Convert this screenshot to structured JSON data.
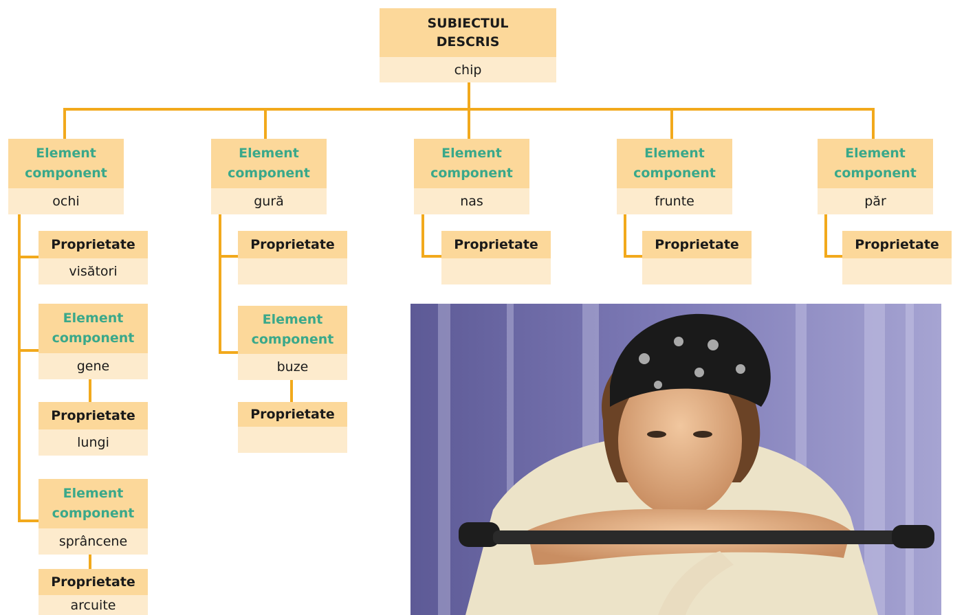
{
  "root": {
    "title": "SUBIECTUL DESCRIS",
    "value": "chip"
  },
  "labels": {
    "element": "Element component",
    "property": "Proprietate"
  },
  "columns": [
    {
      "value": "ochi"
    },
    {
      "value": "gură"
    },
    {
      "value": "nas"
    },
    {
      "value": "frunte"
    },
    {
      "value": "păr"
    }
  ],
  "sub": {
    "ochi_prop": "visători",
    "gene": "gene",
    "gene_prop": "lungi",
    "sprancene": "sprâncene",
    "sprancene_prop": "arcuite",
    "gura_prop": "",
    "buze": "buze",
    "buze_prop": "",
    "nas_prop": "",
    "frunte_prop": "",
    "par_prop": ""
  },
  "colors": {
    "connector": "#f2a91c",
    "header": "#fcd89a",
    "value": "#fdebcd",
    "element_text": "#3aa88a"
  },
  "photo": {
    "description_icon": "photo-teen-with-bandana-on-bicycle"
  }
}
